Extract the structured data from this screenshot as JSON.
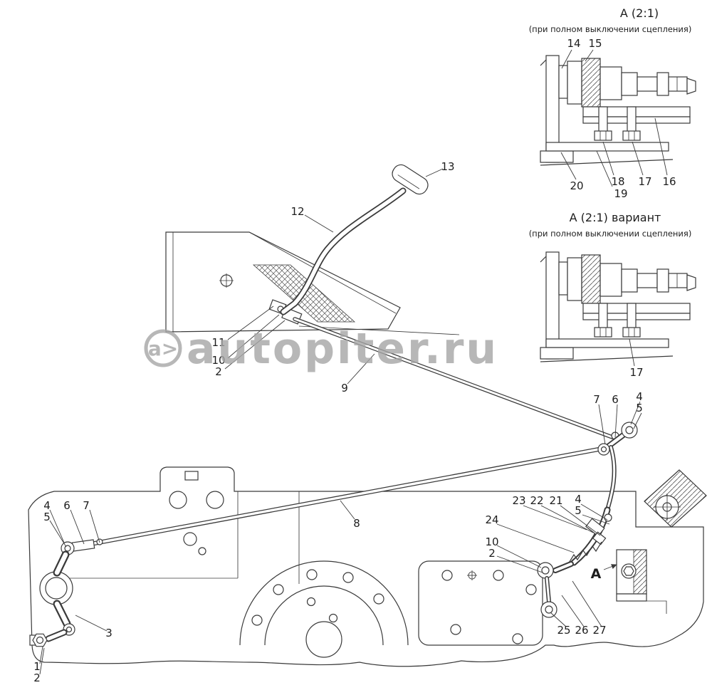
{
  "watermark": {
    "logo": "а>",
    "text": "autopiter.ru"
  },
  "detail_view_a": {
    "title": "А (2:1)",
    "subtitle": "(при полном выключении сцепления)",
    "callouts": {
      "c14": "14",
      "c15": "15",
      "c20": "20",
      "c18": "18",
      "c19": "19",
      "c17": "17",
      "c16": "16"
    }
  },
  "detail_view_a_variant": {
    "title": "А (2:1) вариант",
    "subtitle": "(при полном выключении сцепления)",
    "callouts": {
      "c17": "17"
    }
  },
  "main_view": {
    "section_marker": "А",
    "callouts": {
      "c1": "1",
      "c2_bottom": "2",
      "c3": "3",
      "c4_left": "4",
      "c5_left": "5",
      "c6_left": "6",
      "c7_left": "7",
      "c8": "8",
      "c9": "9",
      "c10_upper": "10",
      "c11": "11",
      "c2_upper": "2",
      "c12": "12",
      "c13": "13",
      "c7_right": "7",
      "c6_right": "6",
      "c4_right": "4",
      "c5_right": "5",
      "c23": "23",
      "c22": "22",
      "c21": "21",
      "c4_fork": "4",
      "c5_fork": "5",
      "c24": "24",
      "c10_lower": "10",
      "c2_lower": "2",
      "c25": "25",
      "c26": "26",
      "c27": "27"
    }
  }
}
